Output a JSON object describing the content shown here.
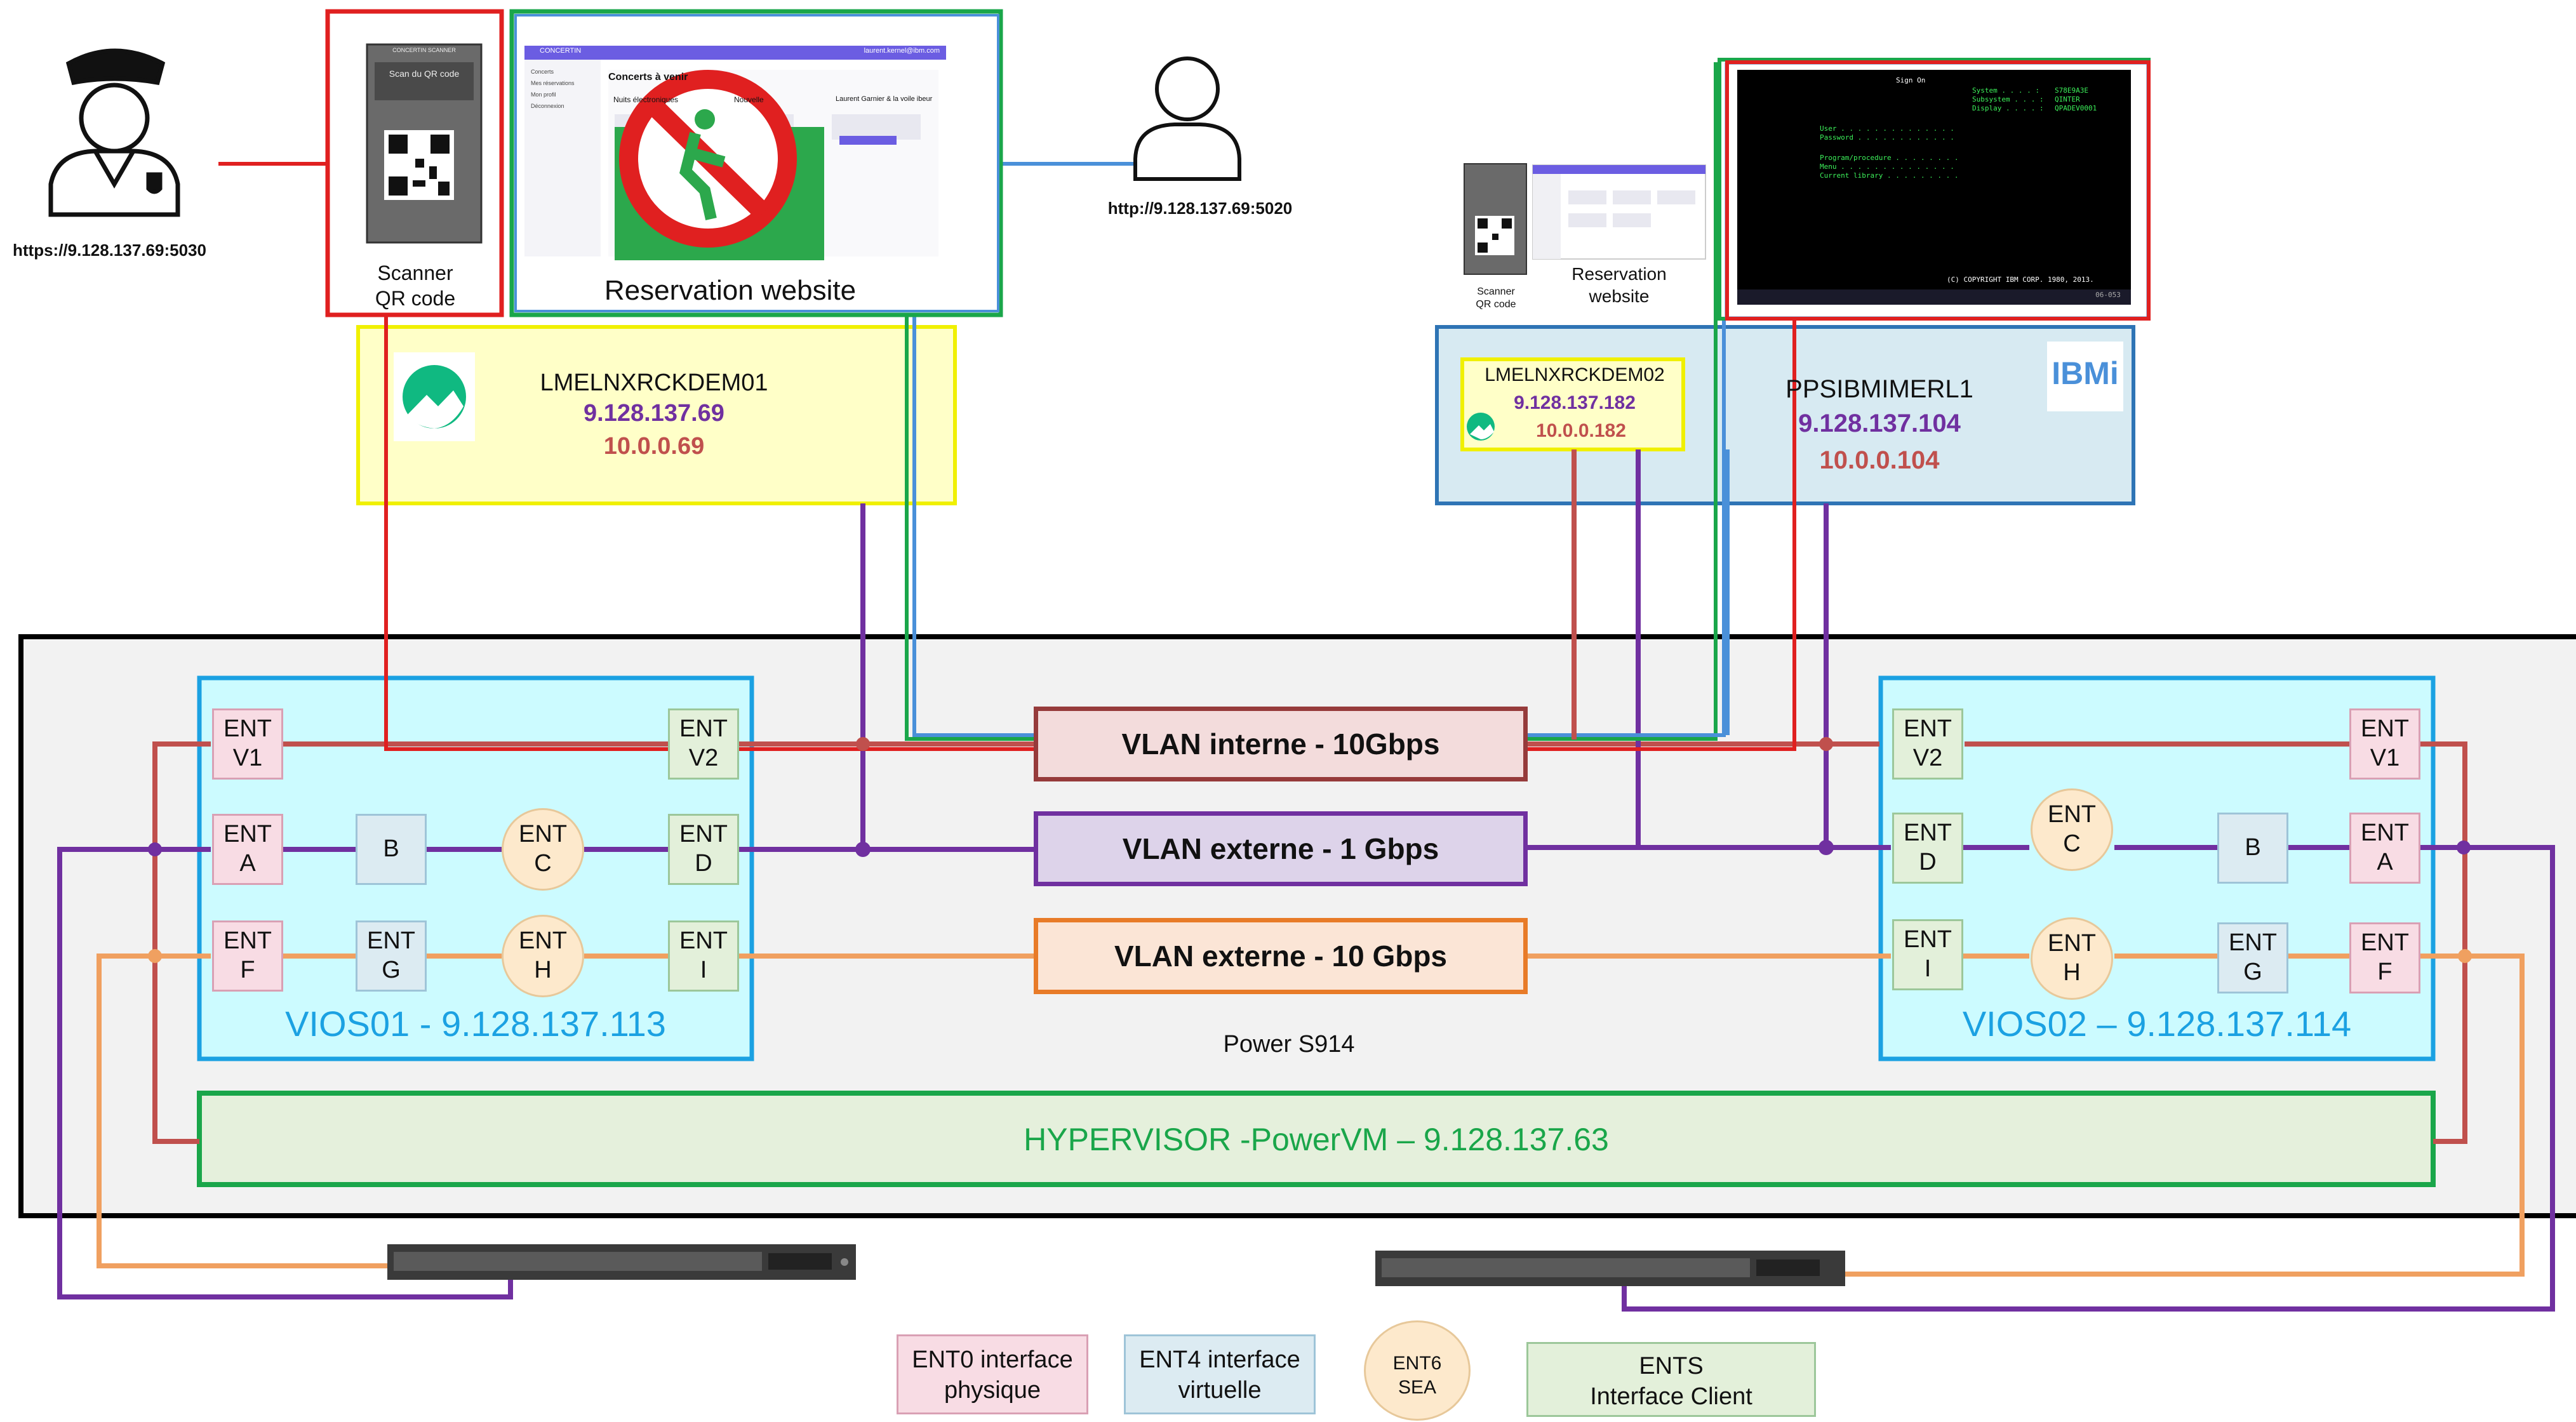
{
  "users": {
    "controller_url": "https://9.128.137.69:5030",
    "client_url": "http://9.128.137.69:5020"
  },
  "screens": {
    "scanner_label": "Scanner\nQR code",
    "reservation_label": "Reservation website",
    "scanner_small_label": "Scanner\nQR code",
    "reservation_small_label": "Reservation\nwebsite",
    "mini_app": {
      "phone_title": "CONCERTIN SCANNER",
      "phone_sub": "Scan du QR code",
      "web_header": "CONCERTIN",
      "web_user": "laurent.kernel@ibm.com",
      "web_heading": "Concerts à venir",
      "web_card": "Nuits électroniques",
      "web_card2": "Nouvelle",
      "web_card3": "Laurent Garnier & la voile ibeur",
      "menu": [
        "Concerts",
        "Mes réservations",
        "Mon profil",
        "Déconnexion"
      ]
    },
    "terminal": {
      "title": "Sign On",
      "fields": [
        "System . . . . :",
        "Subsystem . . . :",
        "Display . . . . :"
      ],
      "values": [
        "S78E9A3E",
        "QINTER",
        "QPADEV0001"
      ],
      "prompts": [
        "User . . . . . . . . . . . . . .",
        "Password . . . . . . . . . . . .",
        "Program/procedure . . . . . . . .",
        "Menu . . . . . . . . . . . . . .",
        "Current library . . . . . . . . ."
      ],
      "copyright": "(C) COPYRIGHT IBM CORP. 1980, 2013.",
      "status": "06-053"
    }
  },
  "hosts": {
    "lmel1": {
      "name": "LMELNXRCKDEM01",
      "ip_ext": "9.128.137.69",
      "ip_int": "10.0.0.69"
    },
    "lmel2": {
      "name": "LMELNXRCKDEM02",
      "ip_ext": "9.128.137.182",
      "ip_int": "10.0.0.182"
    },
    "ibmi": {
      "name": "PPSIBMIMERL1",
      "ip_ext": "9.128.137.104",
      "ip_int": "10.0.0.104",
      "logo": "IBMi"
    }
  },
  "server": {
    "name": "Power S914",
    "vios1": "VIOS01 - 9.128.137.113",
    "vios2": "VIOS02 – 9.128.137.114",
    "hypervisor": "HYPERVISOR -PowerVM – 9.128.137.63"
  },
  "ent": {
    "ent": "ENT",
    "v1": "V1",
    "v2": "V2",
    "a": "A",
    "b": "B",
    "c": "C",
    "d": "D",
    "f": "F",
    "g": "G",
    "h": "H",
    "i": "I"
  },
  "vlans": {
    "internal": "VLAN interne - 10Gbps",
    "ext1": "VLAN externe - 1 Gbps",
    "ext10": "VLAN externe - 10 Gbps"
  },
  "legend": {
    "phys": "ENT0 interface\nphysique",
    "virt": "ENT4 interface\nvirtuelle",
    "sea": "ENT6\nSEA",
    "client": "ENTS\nInterface Client"
  },
  "colors": {
    "red": "#e02020",
    "purple": "#7030a0",
    "orange": "#f0a060",
    "brown": "#c0504d",
    "green": "#1aa64a",
    "blue": "#4a90d9",
    "cyan_box": "#ccfbff",
    "vios_border": "#1ba1e2",
    "yellow_box": "#ffffc8"
  },
  "icons": [
    "police-officer-icon",
    "user-icon",
    "no-entry-sign-icon",
    "rocky-linux-logo-icon",
    "ibmi-logo-icon",
    "network-switch-icon"
  ]
}
